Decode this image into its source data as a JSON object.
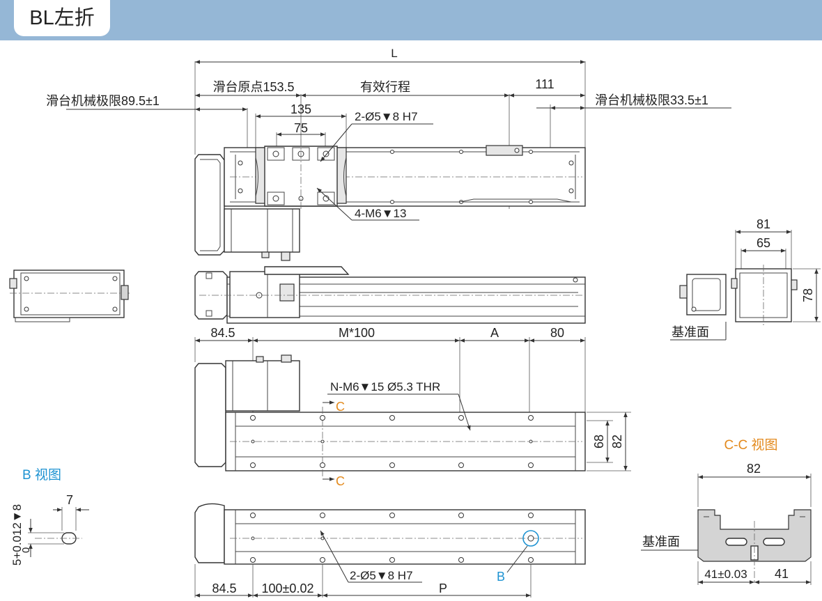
{
  "header": {
    "title": "BL左折",
    "bar_color": "#95b7d6"
  },
  "colors": {
    "section_orange": "#e38a1d",
    "view_blue": "#1e93d2",
    "line": "#333333"
  },
  "top_view": {
    "dim_L": "L",
    "dim_slider_origin": "滑台原点153.5",
    "dim_stroke": "有效行程",
    "dim_111": "111",
    "dim_left_limit": "滑台机械极限89.5±1",
    "dim_right_limit": "滑台机械极限33.5±1",
    "dim_135": "135",
    "dim_75": "75",
    "note_pin_holes": "2-Ø5▼8 H7",
    "note_tapped": "4-M6▼13"
  },
  "end_view": {
    "dim_81": "81",
    "dim_65": "65",
    "dim_78": "78",
    "datum": "基准面"
  },
  "bottom_view": {
    "dim_84_5": "84.5",
    "dim_M": "M*100",
    "dim_A": "A",
    "dim_80": "80",
    "note_tapped": "N-M6▼15 Ø5.3 THR",
    "section_mark_top": "C",
    "section_mark_bottom": "C",
    "dim_68": "68",
    "dim_82": "82"
  },
  "base_view": {
    "dim_84_5": "84.5",
    "dim_100": "100±0.02",
    "dim_P": "P",
    "note_pin_holes": "2-Ø5▼8 H7",
    "view_mark": "B"
  },
  "b_view": {
    "title": "B 视图",
    "dim_7": "7",
    "dim_tol": "5+0.012▼8",
    "dim_tol_low": "0"
  },
  "cc_view": {
    "title": "C-C 视图",
    "dim_82": "82",
    "datum": "基准面",
    "dim_41_tol": "41±0.03",
    "dim_41": "41"
  }
}
